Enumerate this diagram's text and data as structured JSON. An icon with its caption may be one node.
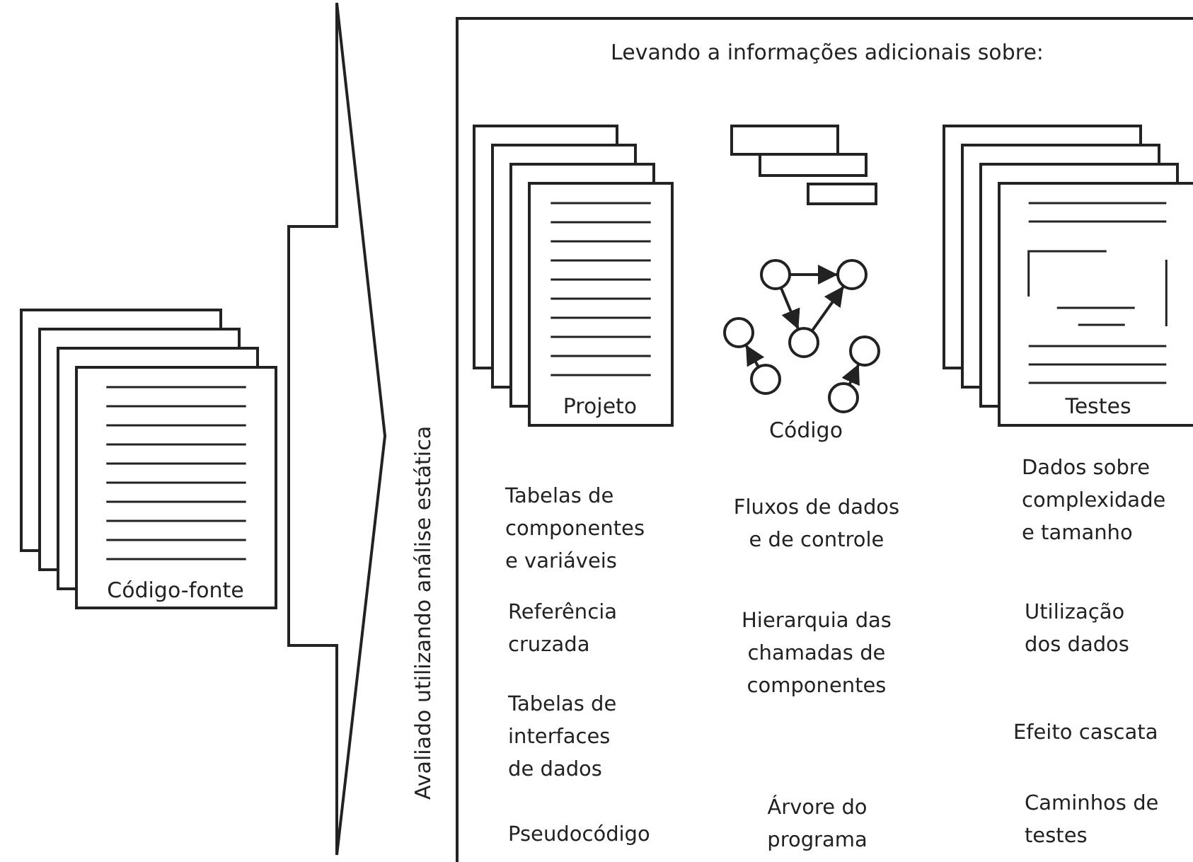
{
  "diagram": {
    "nodes": [
      {
        "text": [
          "Código-fonte"
        ]
      },
      {
        "text": [
          "Levando a  informações adicionais sobre:"
        ]
      },
      {
        "text": [
          "Projeto"
        ],
        "in": 1,
        "beside": [
          "Tabelas  de componentes e variáveis",
          "Referência cruzada",
          "Tabelas de interfaces de dados",
          "Pseudocódigo"
        ]
      },
      {
        "text": [
          "Código"
        ],
        "in": 1,
        "beside": [
          "Fluxos de dados e de controle",
          "Hierarquia das chamadas de componentes"
        ]
      },
      {
        "text": [
          "Testes"
        ],
        "in": 1,
        "beside": [
          "Dados sobre complexidade e tamanho",
          "Utilização dos dados",
          "Efeito cascata",
          "Caminhos de testes"
        ]
      }
    ],
    "edges": [
      {
        "from": 0,
        "to": 1,
        "arrow": "to",
        "label": "Avaliado utilizando análise estática"
      }
    ],
    "labels": [
      "Árvore do programa"
    ]
  }
}
